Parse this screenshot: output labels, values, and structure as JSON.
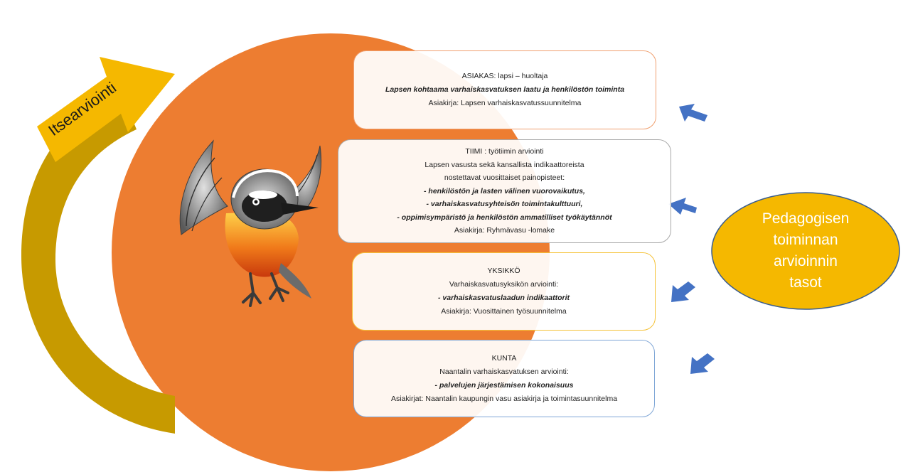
{
  "colors": {
    "circle": "#ed7d31",
    "arrow_gold": "#f5b800",
    "arrow_dark_gold": "#c79a00",
    "ellipse": "#f5b800",
    "small_arrows": "#4472c4"
  },
  "self_evaluation": {
    "label": "Itsearviointi"
  },
  "levels_ellipse": {
    "lines": [
      "Pedagogisen",
      "toiminnan",
      "arvioinnin",
      "tasot"
    ]
  },
  "boxes": {
    "asiakas": {
      "title": "ASIAKAS: lapsi – huoltaja",
      "focus": "Lapsen kohtaama varhaiskasvatuksen laatu ja henkilöstön toiminta",
      "document": "Asiakirja: Lapsen varhaiskasvatussuunnitelma"
    },
    "tiimi": {
      "title": "TIIMI : työtiimin arviointi",
      "intro1": "Lapsen vasusta sekä kansallista indikaattoreista",
      "intro2": "nostettavat vuosittaiset painopisteet:",
      "points": [
        "- henkilöstön ja lasten välinen vuorovaikutus,",
        "- varhaiskasvatusyhteisön toimintakulttuuri,",
        "- oppimisympäristö  ja henkilöstön ammatilliset työkäytännöt"
      ],
      "document": "Asiakirja: Ryhmävasu -lomake"
    },
    "yksikko": {
      "title": "YKSIKKÖ",
      "subtitle": "Varhaiskasvatusyksikön arviointi:",
      "point": "- varhaiskasvatuslaadun indikaattorit",
      "document": "Asiakirja: Vuosittainen työsuunnitelma"
    },
    "kunta": {
      "title": "KUNTA",
      "subtitle": "Naantalin varhaiskasvatuksen arviointi:",
      "point": "- palvelujen järjestämisen kokonaisuus",
      "document": "Asiakirjat: Naantalin kaupungin vasu asiakirja ja toimintasuunnitelma"
    }
  }
}
